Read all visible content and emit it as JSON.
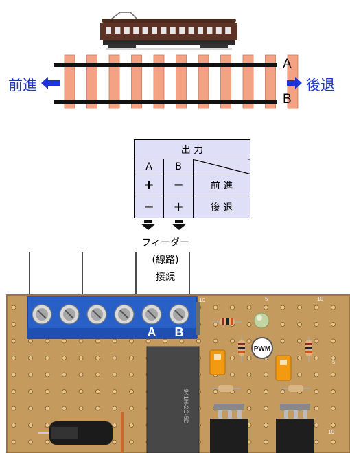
{
  "track": {
    "forward_label": "前進",
    "reverse_label": "後退",
    "rail_a": "A",
    "rail_b": "B",
    "tie_count": 11
  },
  "output_table": {
    "title": "出 力",
    "col_a": "A",
    "col_b": "B",
    "rows": [
      {
        "a": "+",
        "b": "−",
        "state": "前 進"
      },
      {
        "a": "−",
        "b": "+",
        "state": "後 退"
      }
    ]
  },
  "feeder_label": [
    "フィーダー",
    "(線路)",
    "接続"
  ],
  "board": {
    "terminal_a": "A",
    "terminal_b": "B",
    "pwm_label": "PWM",
    "relay_label": "941H-2C-5D",
    "silk_5_top": "5",
    "silk_10_top": "10",
    "silk_5_right": "5",
    "silk_10_right": "10"
  },
  "colors": {
    "tie": "#f3a283",
    "rail": "#111111",
    "arrow": "#1d34d8",
    "table_bg": "#dfe0f7",
    "pcb": "#c49a5e",
    "terminal": "#2860c8"
  }
}
